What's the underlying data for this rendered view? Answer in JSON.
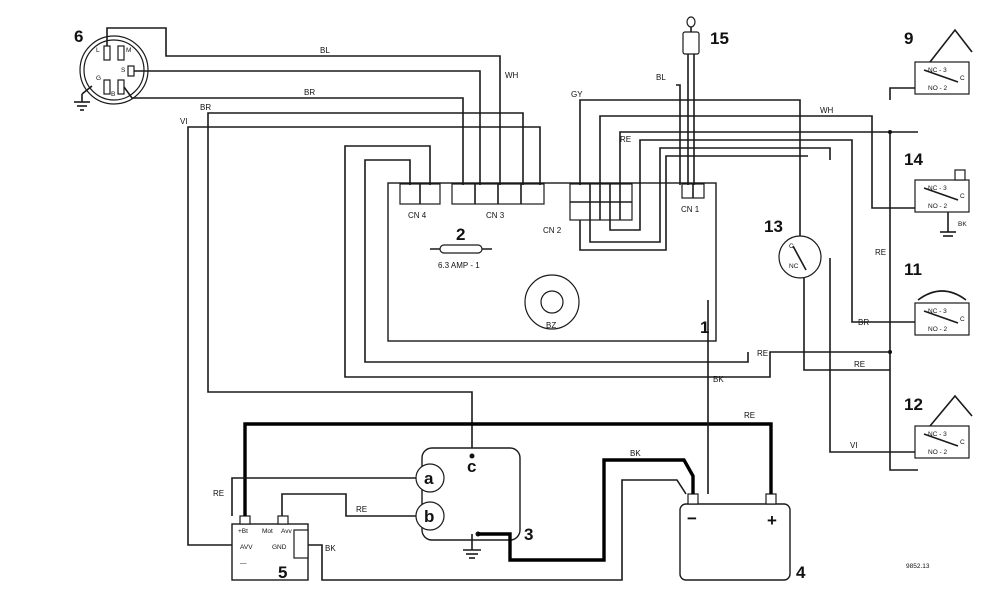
{
  "components": {
    "n1": "1",
    "n2": "2",
    "n3": "3",
    "n4": "4",
    "n5": "5",
    "n6": "6",
    "n9": "9",
    "n11": "11",
    "n12": "12",
    "n13": "13",
    "n14": "14",
    "n15": "15"
  },
  "connectors": {
    "cn1": "CN 1",
    "cn2": "CN 2",
    "cn3": "CN 3",
    "cn4": "CN 4"
  },
  "fuse_label": "6.3 AMP - 1",
  "buzzer_label": "BZ",
  "switch6_pins": {
    "l": "L",
    "m": "M",
    "s": "S",
    "g": "G",
    "b": "B"
  },
  "switch_terms": {
    "nc3": "NC - 3",
    "no2": "NO - 2",
    "c": "C"
  },
  "switch13_terms": {
    "c": "C",
    "nc": "NC"
  },
  "solenoid_terms": {
    "a": "a",
    "b": "b",
    "c": "c"
  },
  "module5_terms": {
    "bt": "+Bt",
    "mot": "Mot",
    "avv": "Avv",
    "avv2": "AVV",
    "gnd": "GND",
    "minus": "—"
  },
  "battery_terms": {
    "minus": "−",
    "plus": "+"
  },
  "wires": {
    "bl": "BL",
    "wh": "WH",
    "br": "BR",
    "vi": "VI",
    "gy": "GY",
    "re": "RE",
    "bk": "BK"
  },
  "ref_code": "9852.13"
}
